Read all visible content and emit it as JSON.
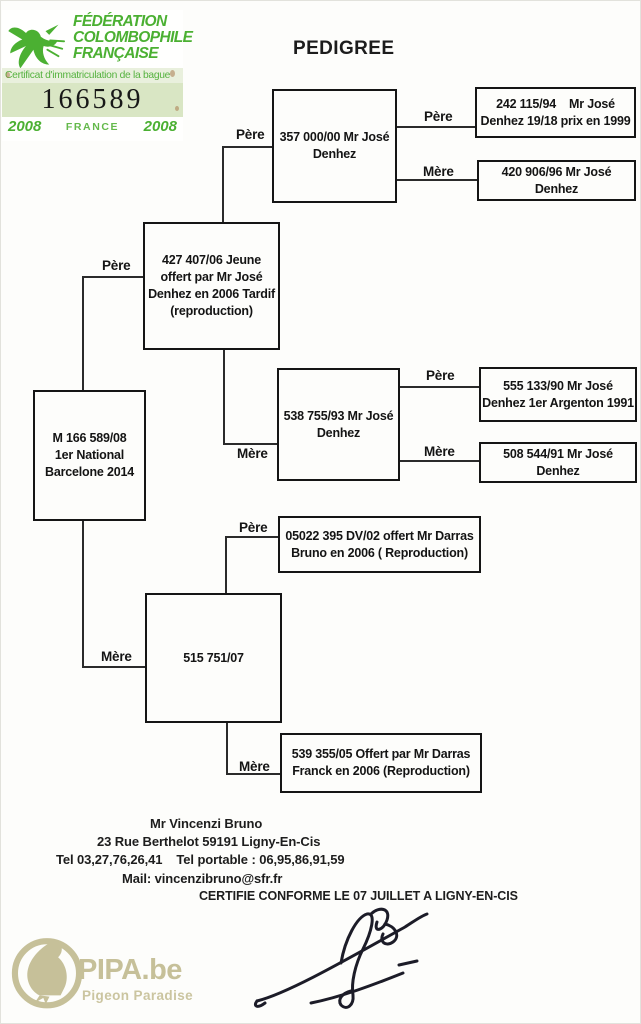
{
  "title": "PEDIGREE",
  "sticker": {
    "org_line1": "FÉDÉRATION",
    "org_line2": "COLOMBOPHILE",
    "org_line3": "FRANÇAISE",
    "certificate_label": "Certificat d'immatriculation de la bague",
    "ring_number": "166589",
    "year_left": "2008",
    "country": "FRANCE",
    "year_right": "2008",
    "green": "#4bb032",
    "band_color": "#d9e6c4"
  },
  "tree": {
    "labels": {
      "father": "Père",
      "mother": "Mère"
    },
    "boxes": {
      "subject": {
        "text": "M 166 589/08\n1er National\nBarcelone 2014"
      },
      "father": {
        "text": "427 407/06 Jeune\noffert par Mr José\nDenhez en 2006 Tardif\n(reproduction)"
      },
      "mother": {
        "text": "515 751/07"
      },
      "ff": {
        "text": "357 000/00 Mr José\nDenhez"
      },
      "fm": {
        "text": "538 755/93 Mr José\nDenhez"
      },
      "mf": {
        "text": "05022 395 DV/02 offert Mr Darras\nBruno en 2006 ( Reproduction)"
      },
      "mm": {
        "text": "539 355/05 Offert par Mr Darras\nFranck en 2006 (Reproduction)"
      },
      "fff": {
        "text": "242 115/94    Mr José\nDenhez 19/18 prix en 1999"
      },
      "ffm": {
        "text": "420 906/96 Mr José\nDenhez"
      },
      "fmf": {
        "text": "555 133/90 Mr José\nDenhez 1er Argenton 1991"
      },
      "fmm": {
        "text": "508 544/91 Mr José\nDenhez"
      }
    }
  },
  "footer": {
    "owner": "Mr Vincenzi Bruno",
    "address": "23 Rue Berthelot 59191 Ligny-En-Cis",
    "phones": "Tel 03,27,76,26,41    Tel portable : 06,95,86,91,59",
    "email": "Mail: vincenzibruno@sfr.fr",
    "certification": "CERTIFIE CONFORME LE 07 JUILLET A LIGNY-EN-CIS"
  },
  "pipa_logo": {
    "name": "PIPA.be",
    "tagline": "Pigeon Paradise",
    "color": "#c6c099"
  }
}
